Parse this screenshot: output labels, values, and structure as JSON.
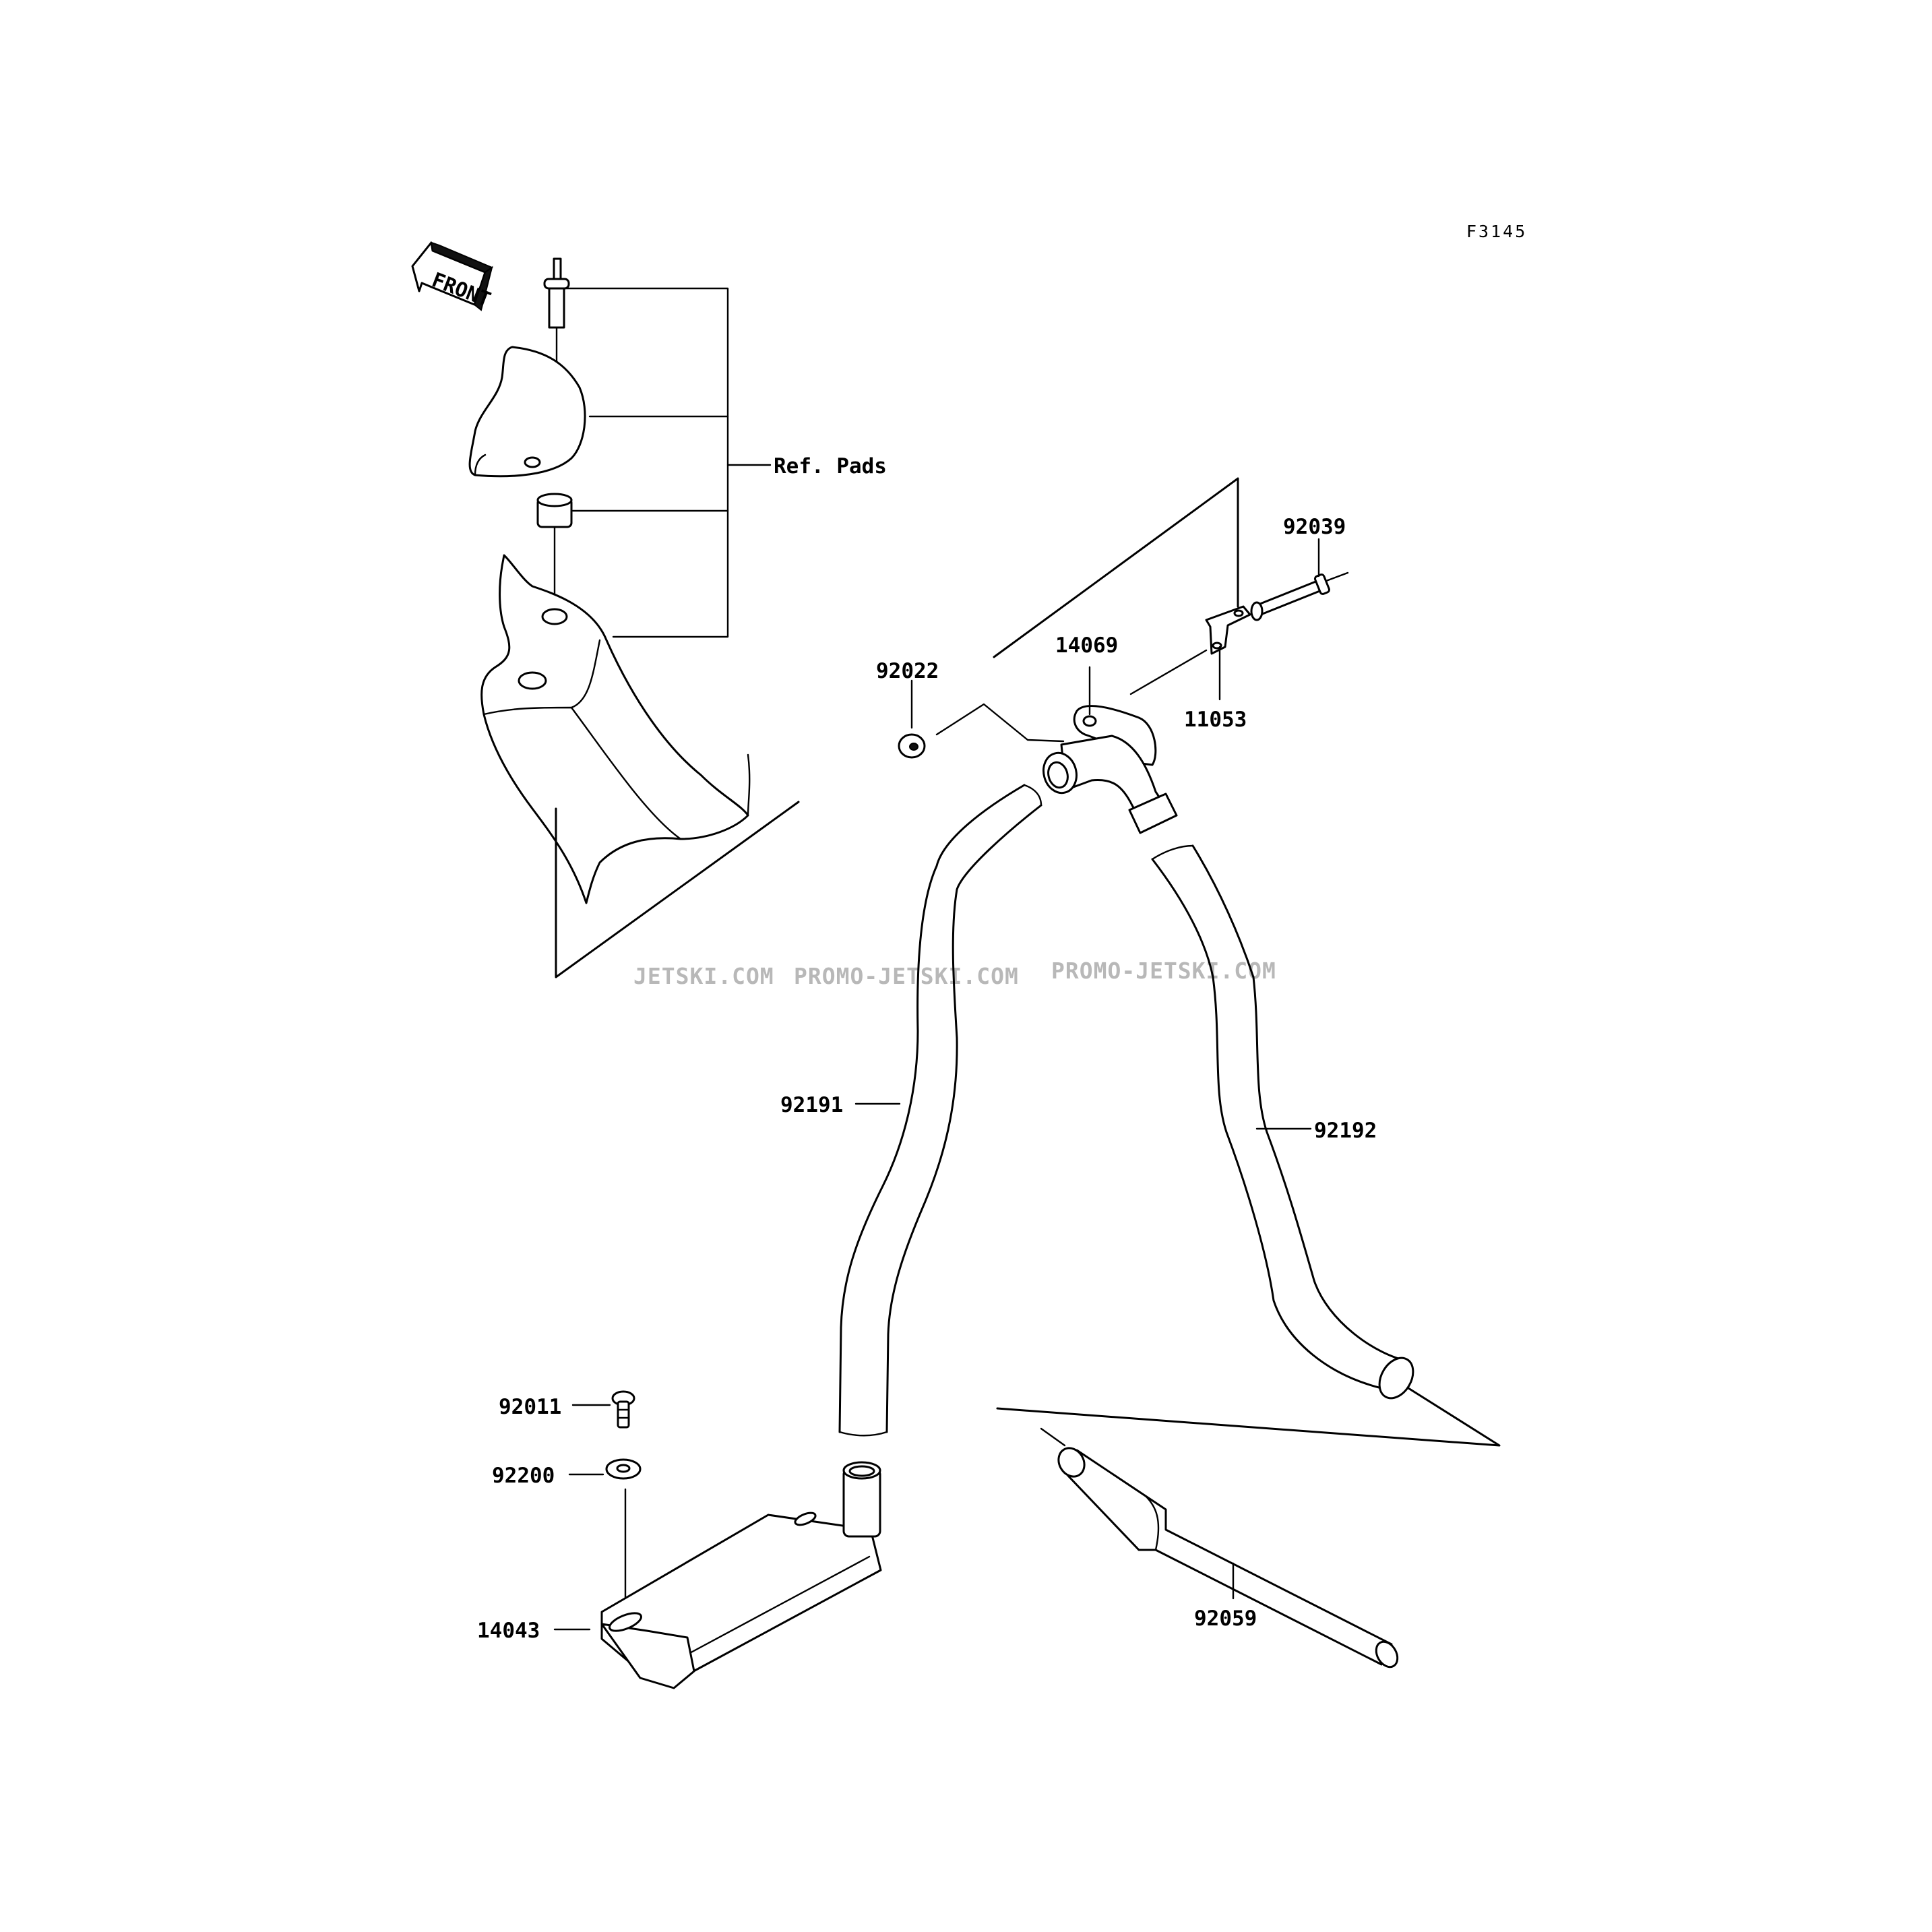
{
  "figure_code": "F3145",
  "front_arrow_label": "FRONT",
  "watermarks": [
    "JETSKI.COM",
    "PROMO-JETSKI.COM",
    "PROMO-JETSKI.COM"
  ],
  "labels": {
    "ref_pads": "Ref. Pads",
    "p92039": "92039",
    "p14069": "14069",
    "p92022": "92022",
    "p11053": "11053",
    "p92191": "92191",
    "p92192": "92192",
    "p92011": "92011",
    "p92200": "92200",
    "p14043": "14043",
    "p92059": "92059"
  }
}
